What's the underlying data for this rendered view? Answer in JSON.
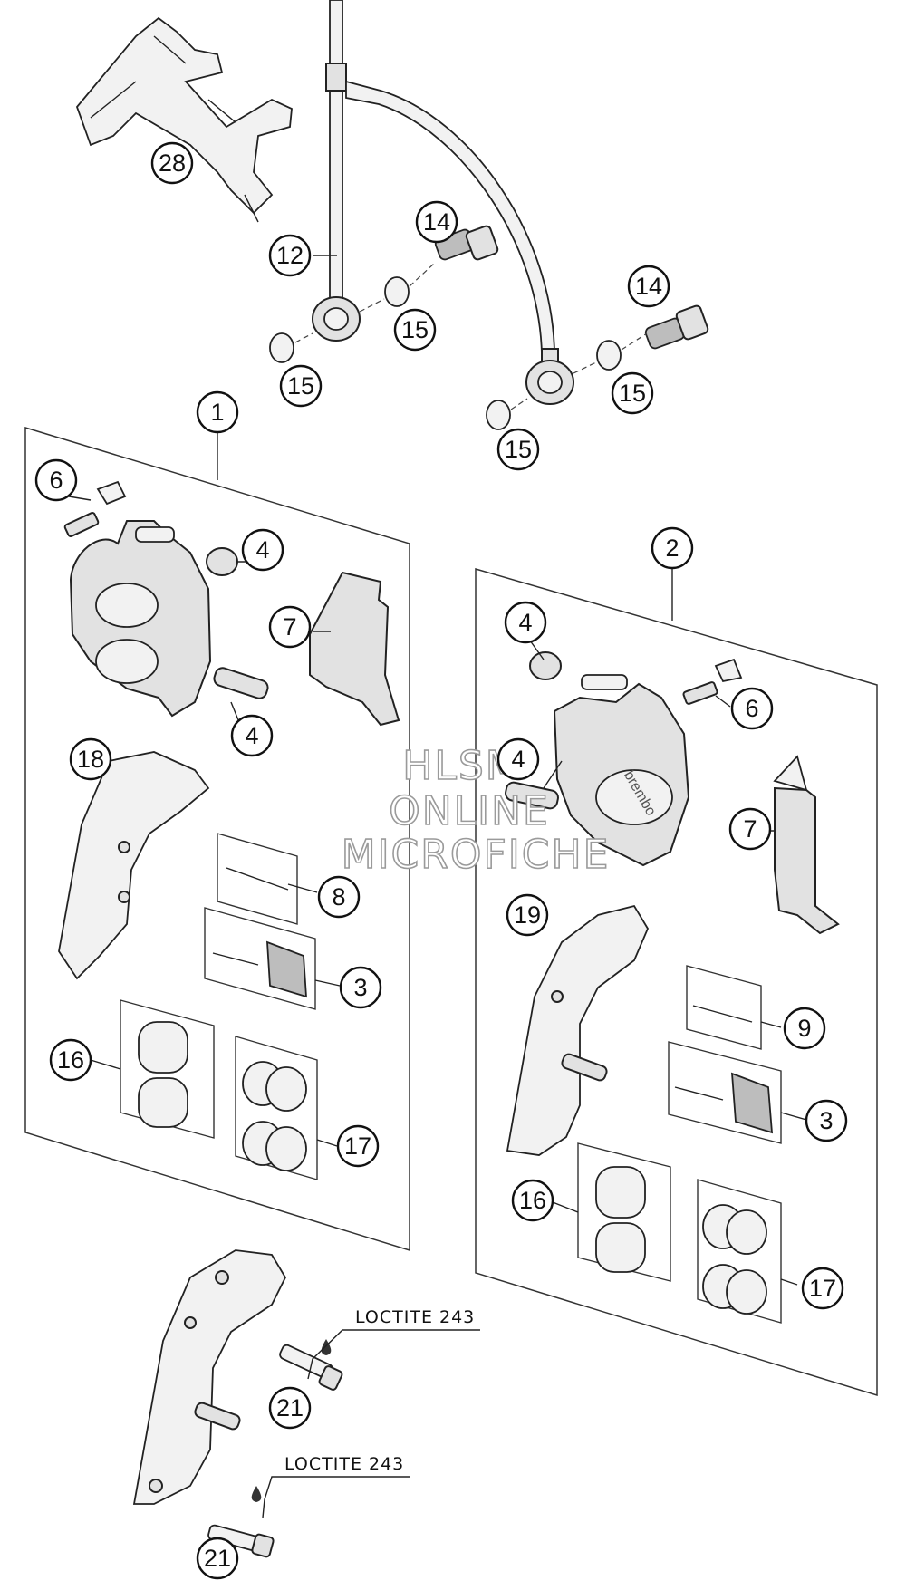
{
  "watermark": {
    "line1": "HLSM",
    "line2": "ONLINE",
    "line3": "MICROFICHE"
  },
  "callouts": {
    "c28": "28",
    "c12": "12",
    "c14a": "14",
    "c14b": "14",
    "c15a": "15",
    "c15b": "15",
    "c15c": "15",
    "c15d": "15",
    "c1": "1",
    "c2": "2",
    "c6a": "6",
    "c6b": "6",
    "c4a": "4",
    "c4b": "4",
    "c4c": "4",
    "c4d": "4",
    "c7a": "7",
    "c7b": "7",
    "c18": "18",
    "c19": "19",
    "c8": "8",
    "c9": "9",
    "c3a": "3",
    "c3b": "3",
    "c16a": "16",
    "c16b": "16",
    "c17a": "17",
    "c17b": "17",
    "c21a": "21",
    "c21b": "21"
  },
  "labels": {
    "loctite_a": "LOCTITE 243",
    "loctite_b": "LOCTITE 243",
    "brembo": "brembo"
  }
}
